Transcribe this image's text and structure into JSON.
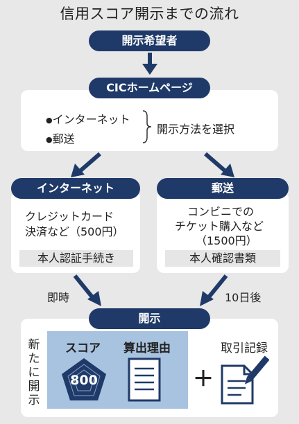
{
  "title": "信用スコア開示までの流れ",
  "requester": "開示希望者",
  "cic_homepage": "CICホームページ",
  "methods": [
    "インターネット",
    "郵送"
  ],
  "select_method": "開示方法を選択",
  "internet": {
    "label": "インターネット",
    "desc_line1": "クレジットカード",
    "desc_line2": "決済など（500円）",
    "auth": "本人認証手続き",
    "timing": "即時"
  },
  "mail": {
    "label": "郵送",
    "desc_line1": "コンビニでの",
    "desc_line2": "チケット購入など",
    "desc_line3": "（1500円）",
    "auth": "本人確認書類",
    "timing": "10日後"
  },
  "disclosure": {
    "label": "開示",
    "new_label": "新たに開示",
    "score_label": "スコア",
    "score_value": "800",
    "reason_label": "算出理由",
    "plus": "＋",
    "record_label": "取引記録"
  },
  "colors": {
    "navy": "#1f3a68",
    "light_blue": "#a8c3e0",
    "background": "#e8e8e8"
  }
}
